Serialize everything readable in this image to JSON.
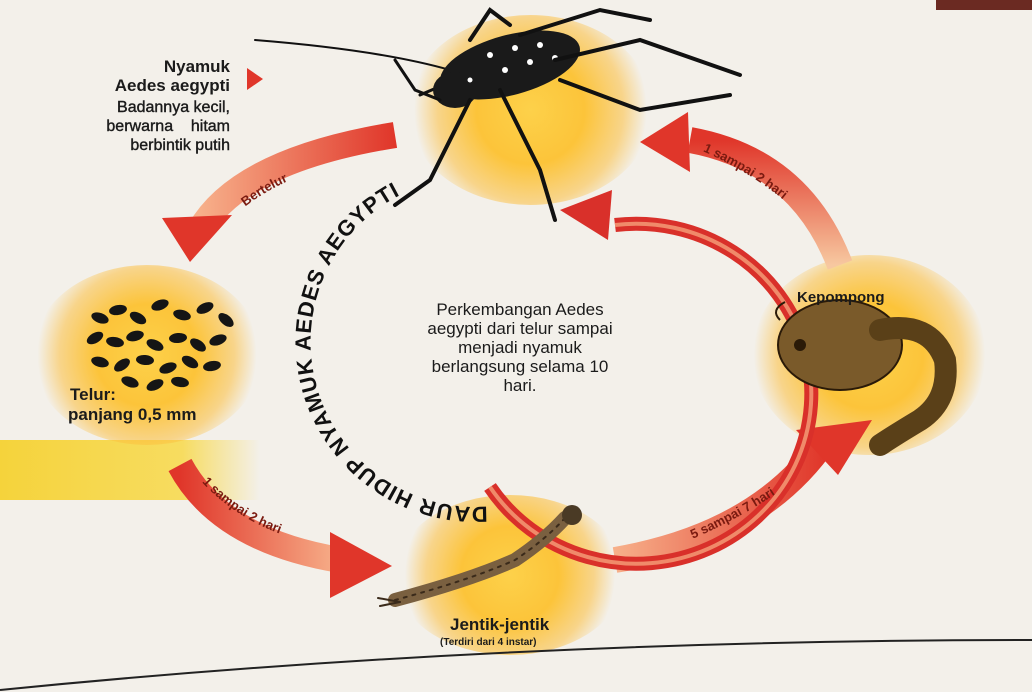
{
  "title_ring": "DAUR HIDUP NYAMUK AEDES AEGYPTI",
  "center_text": [
    "Perkembangan Aedes",
    "aegypti dari telur sampai",
    "menjadi nyamuk",
    "berlangsung selama 10",
    "hari."
  ],
  "mosquito": {
    "name_line1": "Nyamuk",
    "name_line2": "Aedes aegypti",
    "desc_line1": "Badannya kecil,",
    "desc_line2": "berwarna    hitam",
    "desc_line3": "berbintik putih"
  },
  "egg": {
    "label_line1": "Telur:",
    "label_line2": "panjang 0,5 mm"
  },
  "larva": {
    "label": "Jentik-jentik",
    "sublabel": "(Terdiri dari 4 instar)"
  },
  "pupa": {
    "label": "Kepompong"
  },
  "arrows": {
    "mosquito_to_egg": "Bertelur",
    "egg_to_larva": "1 sampai 2 hari",
    "larva_to_pupa": "5 sampai 7 hari",
    "pupa_to_mosquito": "1 sampai 2 hari"
  },
  "colors": {
    "arrow": "#e0362a",
    "arrow_light": "#f7b08a",
    "glow": "#fcc43a",
    "band": "#f5d33b"
  }
}
